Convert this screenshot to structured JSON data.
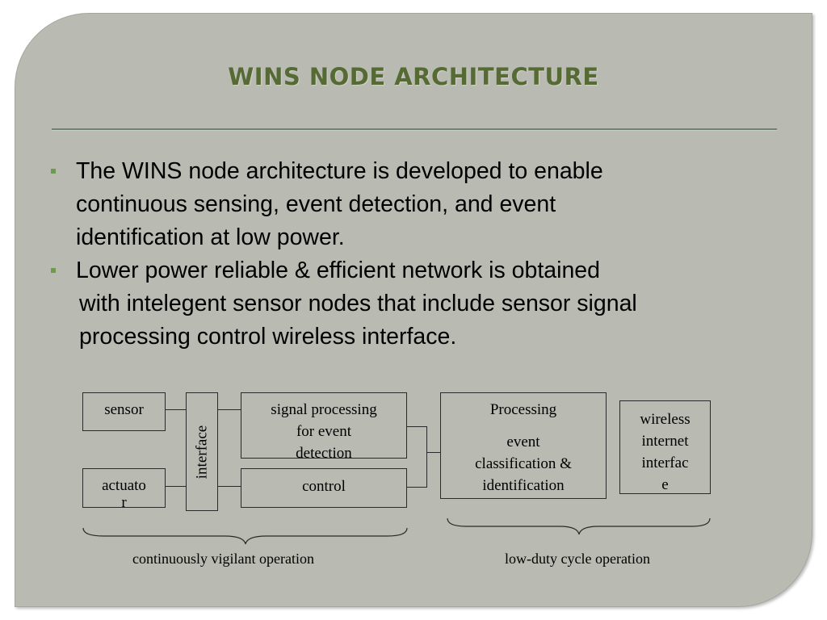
{
  "slide": {
    "title": "WINS NODE ARCHITECTURE",
    "bullets": [
      {
        "line1": "The WINS node architecture is developed to enable",
        "line2": "continuous sensing, event detection, and event",
        "line3": "identification at low power."
      },
      {
        "line1": "Lower power reliable & efficient network is obtained",
        "line2": "with intelegent sensor nodes that include sensor signal",
        "line3": "processing control wireless interface."
      }
    ],
    "colors": {
      "background": "#b9bab2",
      "title": "#566a33",
      "bullet_marker": "#6f9a4e"
    }
  },
  "diagram": {
    "sensor": "sensor",
    "actuator_line1": "actuato",
    "actuator_line2": "r",
    "interface": "interface",
    "signal_line1": "signal processing",
    "signal_line2": "for event",
    "signal_line3": "detection",
    "control": "control",
    "processing_title": "Processing",
    "processing_line1": "event",
    "processing_line2": "classification &",
    "processing_line3": "identification",
    "wireless_line1": "wireless",
    "wireless_line2": "internet",
    "wireless_line3": "interfac",
    "wireless_line4": "e",
    "caption_left": "continuously vigilant operation",
    "caption_right": "low-duty cycle operation"
  }
}
